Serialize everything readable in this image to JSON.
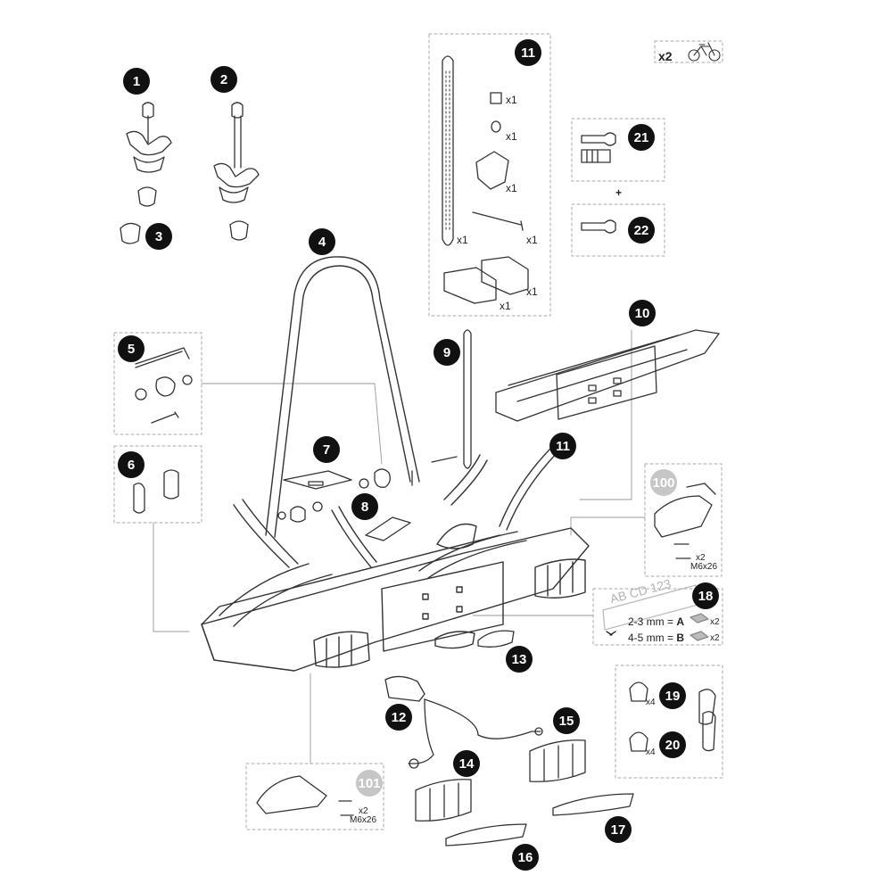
{
  "badges": {
    "b1": "1",
    "b2": "2",
    "b3": "3",
    "b4": "4",
    "b5": "5",
    "b6": "6",
    "b7": "7",
    "b8": "8",
    "b9": "9",
    "b10": "10",
    "b11a": "11",
    "b11b": "11",
    "b12": "12",
    "b13": "13",
    "b14": "14",
    "b15": "15",
    "b16": "16",
    "b17": "17",
    "b18": "18",
    "b19": "19",
    "b20": "20",
    "b21": "21",
    "b22": "22",
    "b100": "100",
    "b101": "101"
  },
  "quantities": {
    "nut": "x1",
    "washer": "x1",
    "clamp": "x1",
    "strap": "x1",
    "bolt": "x1",
    "block1": "x1",
    "block2": "x1",
    "bikes": "x2",
    "clip19": "x4",
    "clip20": "x4",
    "screws100": "x2",
    "screws101": "x2"
  },
  "screw_spec": {
    "s100": "M6x26",
    "s101": "M6x26"
  },
  "plate18": {
    "plate_text": "AB CD 123",
    "row_a_label": "2-3 mm =",
    "row_a_letter": "A",
    "row_a_qty": "x2",
    "row_b_label": "4-5 mm =",
    "row_b_letter": "B",
    "row_b_qty": "x2"
  },
  "plus_sign": "+",
  "icons": [
    "bicycle-icon",
    "key-icon",
    "lock-cylinder-icon",
    "arrows-compress-icon"
  ]
}
